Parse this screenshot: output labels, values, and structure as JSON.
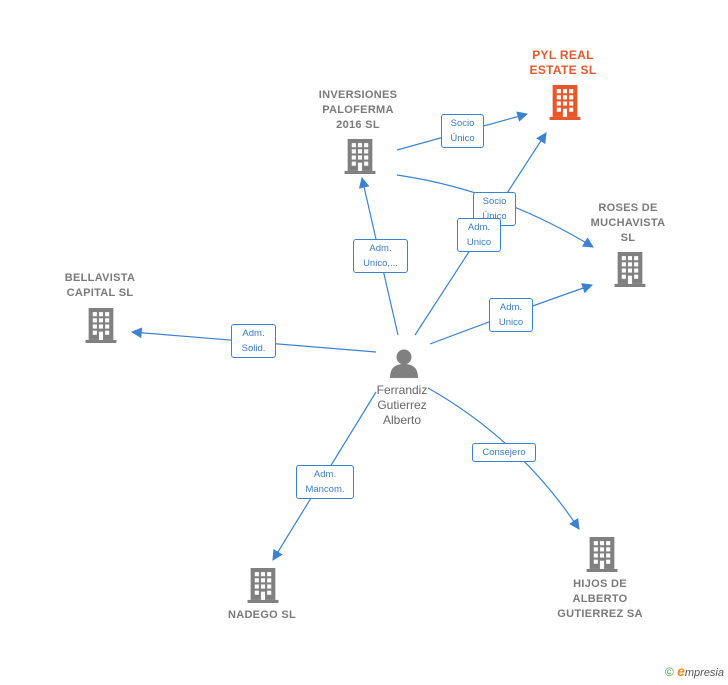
{
  "nodes": {
    "pyl": {
      "label": "PYL REAL\nESTATE  SL",
      "color": "#e8572a"
    },
    "inversiones": {
      "label": "INVERSIONES\nPALOFERMA\n2016  SL",
      "color": "#808080"
    },
    "roses": {
      "label": "ROSES DE\nMUCHAVISTA\nSL",
      "color": "#808080"
    },
    "bellavista": {
      "label": "BELLAVISTA\nCAPITAL  SL",
      "color": "#808080"
    },
    "nadego": {
      "label": "NADEGO  SL",
      "color": "#808080"
    },
    "hijos": {
      "label": "HIJOS DE\nALBERTO\nGUTIERREZ SA",
      "color": "#808080"
    },
    "person": {
      "label": "Ferrandiz\nGutierrez\nAlberto",
      "color": "#808080"
    }
  },
  "edges": {
    "inv_pyl": "Socio\nÚnico",
    "inv_roses": "Socio\nÚnico",
    "person_pyl": "Adm.\nUnico",
    "person_inv": "Adm.\nUnico,...",
    "person_roses": "Adm.\nUnico",
    "person_bella": "Adm.\nSolid.",
    "person_nadego": "Adm.\nMancom.",
    "person_hijos": "Consejero"
  },
  "edge_color": "#3b82d1",
  "footer": {
    "copyright": "©",
    "brand_e": "e",
    "brand_rest": "mpresia"
  }
}
